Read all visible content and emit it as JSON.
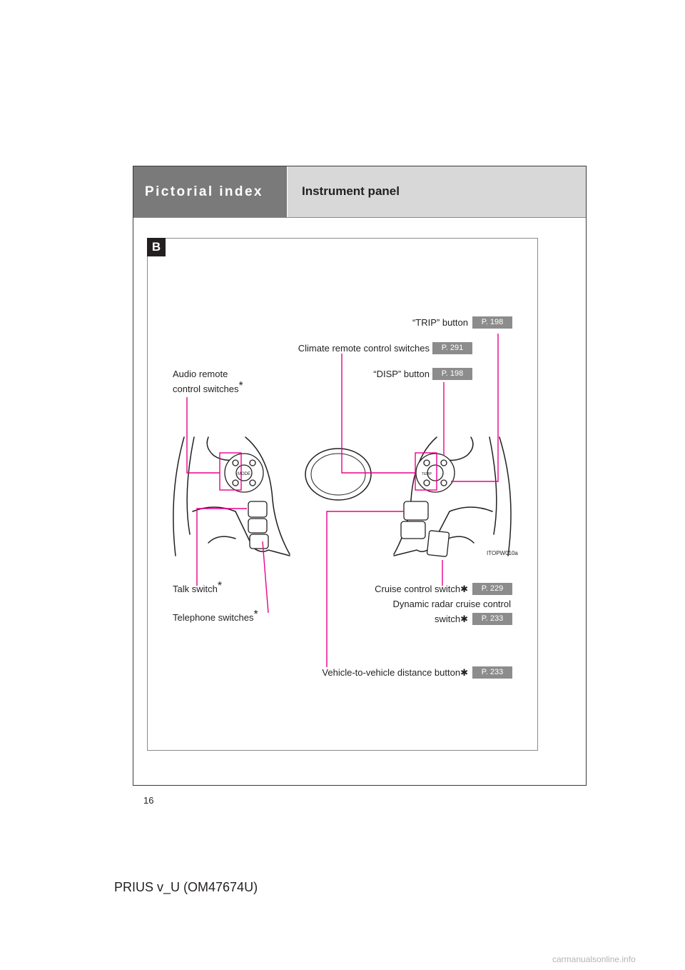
{
  "header": {
    "section": "Pictorial index",
    "title": "Instrument panel"
  },
  "figure": {
    "badge": "B",
    "code": "ITOPW010a",
    "switch_labels": {
      "mode": "MODE",
      "temp": "TEMP"
    },
    "labels": {
      "trip": "“TRIP” button",
      "climate": "Climate remote control switches",
      "audio_line1": "Audio remote",
      "audio_line2": "control switches",
      "disp": "“DISP” button",
      "talk": "Talk switch",
      "telephone": "Telephone switches",
      "cruise": "Cruise control switch",
      "radar_line1": "Dynamic radar cruise control",
      "radar_line2": "switch",
      "distance": "Vehicle-to-vehicle distance button"
    },
    "asterisk": "*",
    "asterisk_heavy": "✱",
    "page_refs": {
      "trip": "P. 198",
      "climate": "P. 291",
      "disp": "P. 198",
      "cruise": "P. 229",
      "radar": "P. 233",
      "distance": "P. 233"
    },
    "leader_color": "#ec008c"
  },
  "page_number": "16",
  "footer": "PRIUS v_U (OM47674U)",
  "watermark": "carmanualsonline.info"
}
